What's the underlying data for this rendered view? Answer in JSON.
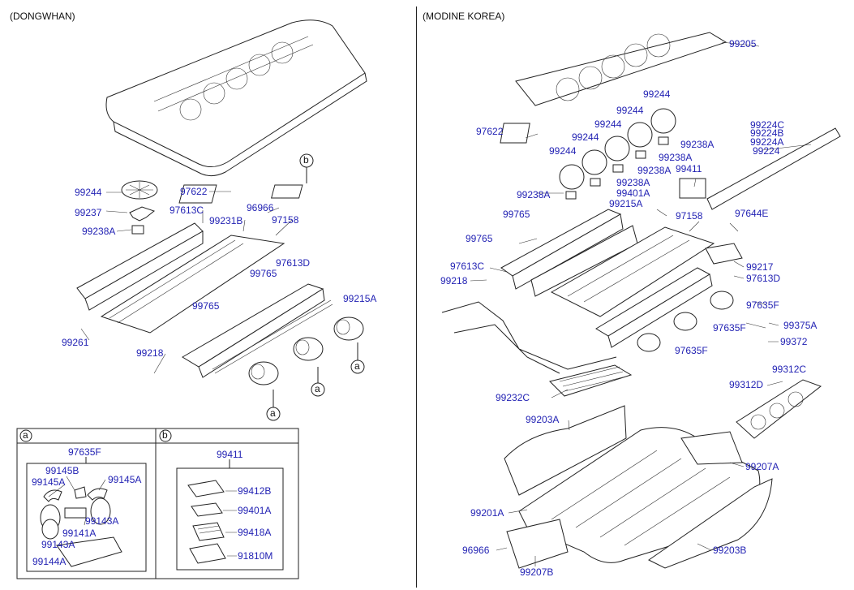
{
  "headers": {
    "left": "(DONGWHAN)",
    "right": "(MODINE KOREA)"
  },
  "left_labels": [
    {
      "id": "l1",
      "text": "99244"
    },
    {
      "id": "l2",
      "text": "99237"
    },
    {
      "id": "l3",
      "text": "99238A"
    },
    {
      "id": "l4",
      "text": "97622"
    },
    {
      "id": "l5",
      "text": "97613C"
    },
    {
      "id": "l6",
      "text": "99231B"
    },
    {
      "id": "l7",
      "text": "96966"
    },
    {
      "id": "l8",
      "text": "97158"
    },
    {
      "id": "l9",
      "text": "97613D"
    },
    {
      "id": "l10",
      "text": "99765"
    },
    {
      "id": "l11",
      "text": "99215A"
    },
    {
      "id": "l12",
      "text": "99765"
    },
    {
      "id": "l13",
      "text": "99261"
    },
    {
      "id": "l14",
      "text": "99218"
    }
  ],
  "callouts": {
    "a": "a",
    "b": "b"
  },
  "inset_a": {
    "tag": "a",
    "title": "97635F",
    "labels": [
      {
        "id": "a1",
        "text": "99145B"
      },
      {
        "id": "a2",
        "text": "99145A"
      },
      {
        "id": "a3",
        "text": "99145A"
      },
      {
        "id": "a4",
        "text": "99143A"
      },
      {
        "id": "a5",
        "text": "99141A"
      },
      {
        "id": "a6",
        "text": "99143A"
      },
      {
        "id": "a7",
        "text": "99144A"
      }
    ]
  },
  "inset_b": {
    "tag": "b",
    "title": "99411",
    "labels": [
      {
        "id": "b1",
        "text": "99412B"
      },
      {
        "id": "b2",
        "text": "99401A"
      },
      {
        "id": "b3",
        "text": "99418A"
      },
      {
        "id": "b4",
        "text": "91810M"
      }
    ]
  },
  "right_labels": [
    {
      "id": "r1",
      "text": "99205"
    },
    {
      "id": "r2",
      "text": "99244"
    },
    {
      "id": "r3",
      "text": "99244"
    },
    {
      "id": "r4",
      "text": "99244"
    },
    {
      "id": "r5",
      "text": "99244"
    },
    {
      "id": "r6",
      "text": "99244"
    },
    {
      "id": "r7",
      "text": "97622"
    },
    {
      "id": "r8",
      "text": "99238A"
    },
    {
      "id": "r9",
      "text": "99238A"
    },
    {
      "id": "r10",
      "text": "99238A"
    },
    {
      "id": "r11",
      "text": "99238A"
    },
    {
      "id": "r12",
      "text": "99238A"
    },
    {
      "id": "r13",
      "text": "99411"
    },
    {
      "id": "r14",
      "text": "99401A"
    },
    {
      "id": "r15",
      "text": "99224C"
    },
    {
      "id": "r16",
      "text": "99224B"
    },
    {
      "id": "r17",
      "text": "99224A"
    },
    {
      "id": "r18",
      "text": "99224"
    },
    {
      "id": "r19",
      "text": "99765"
    },
    {
      "id": "r20",
      "text": "99215A"
    },
    {
      "id": "r21",
      "text": "97158"
    },
    {
      "id": "r22",
      "text": "97644E"
    },
    {
      "id": "r23",
      "text": "99765"
    },
    {
      "id": "r24",
      "text": "97613C"
    },
    {
      "id": "r25",
      "text": "99217"
    },
    {
      "id": "r26",
      "text": "99218"
    },
    {
      "id": "r27",
      "text": "97613D"
    },
    {
      "id": "r28",
      "text": "97635F"
    },
    {
      "id": "r29",
      "text": "97635F"
    },
    {
      "id": "r30",
      "text": "99375A"
    },
    {
      "id": "r31",
      "text": "97635F"
    },
    {
      "id": "r32",
      "text": "99372"
    },
    {
      "id": "r33",
      "text": "99312C"
    },
    {
      "id": "r34",
      "text": "99312D"
    },
    {
      "id": "r35",
      "text": "99232C"
    },
    {
      "id": "r36",
      "text": "99203A"
    },
    {
      "id": "r37",
      "text": "99207A"
    },
    {
      "id": "r38",
      "text": "99201A"
    },
    {
      "id": "r39",
      "text": "96966"
    },
    {
      "id": "r40",
      "text": "99203B"
    },
    {
      "id": "r41",
      "text": "99207B"
    }
  ]
}
